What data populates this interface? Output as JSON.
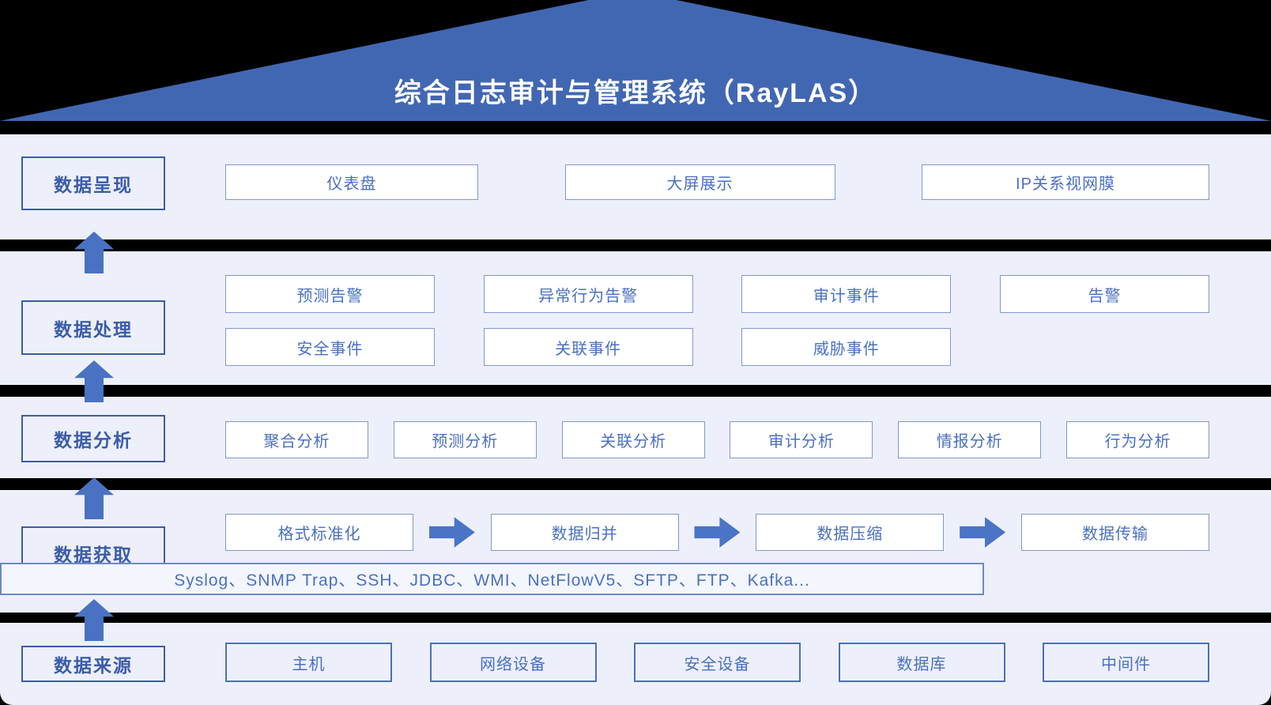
{
  "title": "综合日志审计与管理系统（RayLAS）",
  "colors": {
    "roof": "#4267B2",
    "band_background": "#EDF0FA",
    "label_accent": "#3B5CA9",
    "box_text": "#4A70C0",
    "box_border": "#8297CE",
    "arrow": "#4A72C2",
    "background": "#000000"
  },
  "layers": {
    "presentation": {
      "label": "数据呈现",
      "boxes": [
        "仪表盘",
        "大屏展示",
        "IP关系视网膜"
      ]
    },
    "processing": {
      "label": "数据处理",
      "row1": [
        "预测告警",
        "异常行为告警",
        "审计事件",
        "告警"
      ],
      "row2": [
        "安全事件",
        "关联事件",
        "威胁事件"
      ]
    },
    "analysis": {
      "label": "数据分析",
      "boxes": [
        "聚合分析",
        "预测分析",
        "关联分析",
        "审计分析",
        "情报分析",
        "行为分析"
      ]
    },
    "acquisition": {
      "label": "数据获取",
      "flow": [
        "格式标准化",
        "数据归并",
        "数据压缩",
        "数据传输"
      ],
      "protocols": "Syslog、SNMP Trap、SSH、JDBC、WMI、NetFlowV5、SFTP、FTP、Kafka..."
    },
    "sources": {
      "label": "数据来源",
      "boxes": [
        "主机",
        "网络设备",
        "安全设备",
        "数据库",
        "中间件"
      ]
    }
  }
}
